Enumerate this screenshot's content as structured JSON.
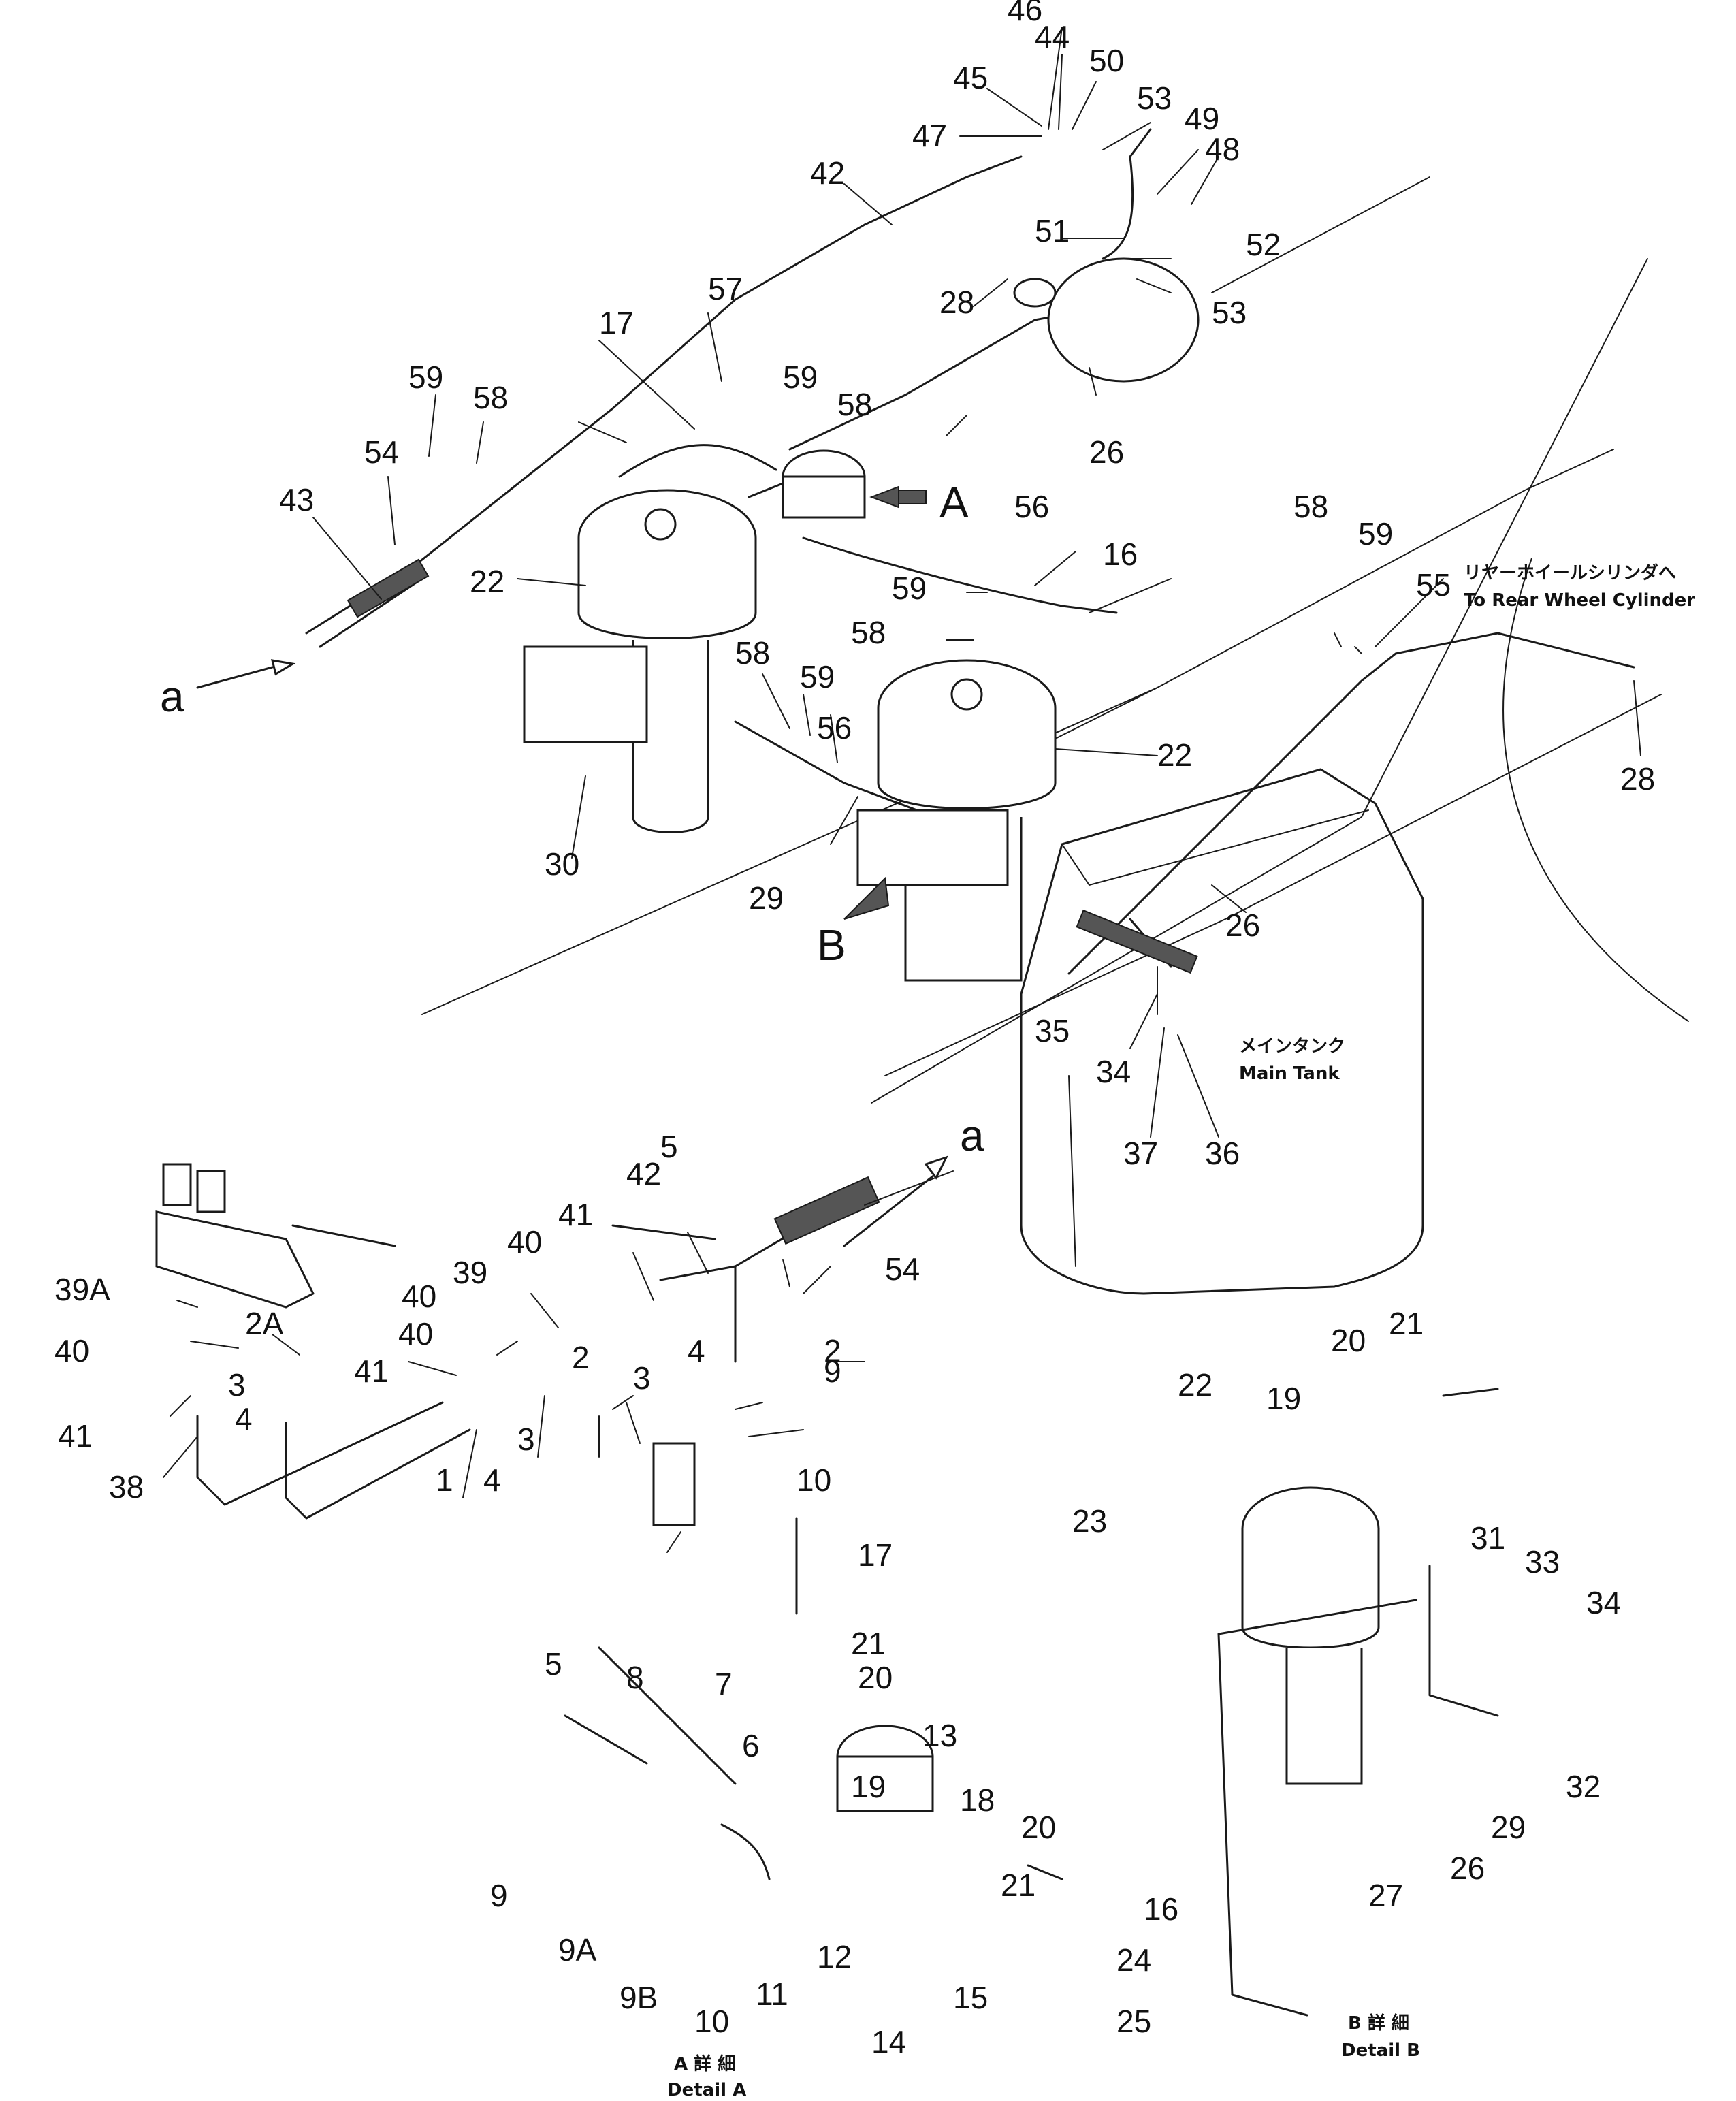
{
  "annotations": {
    "rear_jp": "リヤーホイールシリンダへ",
    "rear_en": "To Rear Wheel Cylinder",
    "tank_jp": "メインタンク",
    "tank_en": "Main Tank",
    "detail_a_jp": "A 詳 細",
    "detail_a_en": "Detail A",
    "detail_b_jp": "B 詳 細",
    "detail_b_en": "Detail B",
    "view_a": "A",
    "view_b": "B",
    "arrow_a": "a"
  },
  "part_numbers": [
    "1",
    "2",
    "2A",
    "3",
    "4",
    "5",
    "6",
    "7",
    "8",
    "9",
    "9A",
    "9B",
    "10",
    "11",
    "12",
    "13",
    "14",
    "15",
    "16",
    "17",
    "18",
    "19",
    "20",
    "21",
    "22",
    "23",
    "24",
    "25",
    "26",
    "27",
    "28",
    "29",
    "30",
    "31",
    "32",
    "33",
    "34",
    "35",
    "36",
    "37",
    "38",
    "39",
    "39A",
    "40",
    "41",
    "42",
    "43",
    "44",
    "45",
    "46",
    "47",
    "48",
    "49",
    "50",
    "51",
    "52",
    "53",
    "54",
    "55",
    "56",
    "57",
    "58",
    "59"
  ]
}
